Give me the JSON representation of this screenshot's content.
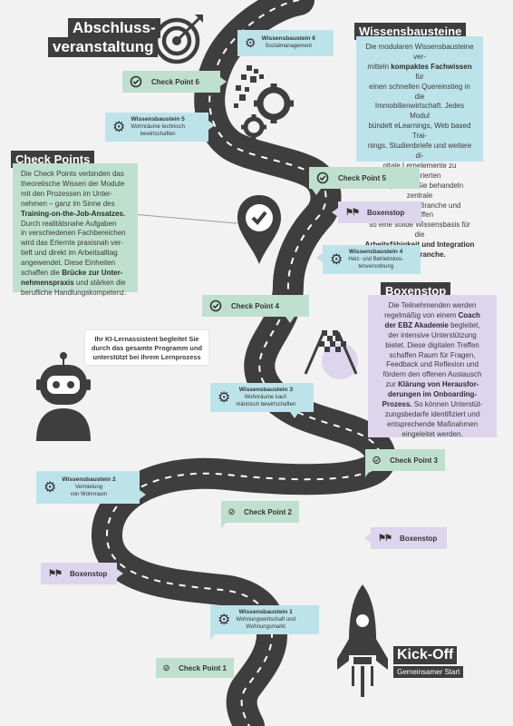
{
  "title": {
    "line1": "Abschluss-",
    "line2": "veranstaltung"
  },
  "kickoff": {
    "title": "Kick-Off",
    "subtitle": "Gemeinsamer Start"
  },
  "checkpoints": {
    "cp1": "Check Point 1",
    "cp2": "Check Point 2",
    "cp3": "Check Point 3",
    "cp4": "Check Point 4",
    "cp5": "Check Point 5",
    "cp6": "Check Point 6"
  },
  "boxenstop_labels": {
    "b1": "Boxenstop",
    "b2": "Boxenstop",
    "b3": "Boxenstop"
  },
  "modules": {
    "m1": {
      "title": "Wissensbaustein 1",
      "sub1": "Wohnungswirtschaft und",
      "sub2": "Wohnungsmarkt"
    },
    "m2": {
      "title": "Wissensbaustein 2",
      "sub1": "Vermietung",
      "sub2": "von Wohnraum"
    },
    "m3": {
      "title": "Wissensbaustein 3",
      "sub1": "Wohnräume kauf-",
      "sub2": "männisch bewirtschaften"
    },
    "m4": {
      "title": "Wissensbaustein 4",
      "sub1": "Heiz- und Betriebskos-",
      "sub2": "tenverordnung"
    },
    "m5": {
      "title": "Wissensbaustein 5",
      "sub1": "Wohnräume technisch",
      "sub2": "bewirtschaften"
    },
    "m6": {
      "title": "Wissensbaustein 6",
      "sub1": "Sozialmanagement",
      "sub2": ""
    }
  },
  "wissensbausteine_panel": {
    "heading": "Wissensbausteine",
    "lines": [
      [
        {
          "t": "Die modularen Wissensbausteine ver-"
        }
      ],
      [
        {
          "t": "mitteln "
        },
        {
          "t": "kompaktes Fachwissen",
          "b": true
        },
        {
          "t": " für"
        }
      ],
      [
        {
          "t": "einen schnellen Quereinstieg in die"
        }
      ],
      [
        {
          "t": "Immobilienwirtschaft. Jedes Modul"
        }
      ],
      [
        {
          "t": "bündelt eLearnings, Web based Trai-"
        }
      ],
      [
        {
          "t": "nings, Studienbriefe und weitere di-"
        }
      ],
      [
        {
          "t": "gitale Lernelemente zu strukturierten"
        }
      ],
      [
        {
          "t": "Lernpfaden. Sie behandeln zentrale"
        }
      ],
      [
        {
          "t": "Themen der Branche und schaffen"
        }
      ],
      [
        {
          "t": "so eine solide Wissensbasis für die"
        }
      ],
      [
        {
          "t": "Arbeitsfähigkeit und Integration",
          "b": true
        }
      ],
      [
        {
          "t": "in die Branche.",
          "b": true
        }
      ]
    ]
  },
  "checkpoints_panel": {
    "heading": "Check Points",
    "lines": [
      [
        {
          "t": "Die Check Points verbinden das"
        }
      ],
      [
        {
          "t": "theoretische Wissen der Module"
        }
      ],
      [
        {
          "t": "mit den Prozessen im Unter-"
        }
      ],
      [
        {
          "t": "nehmen – ganz im Sinne des"
        }
      ],
      [
        {
          "t": "Training-on-the-Job-Ansatzes.",
          "b": true
        }
      ],
      [
        {
          "t": "Durch realitätsnahe Aufgaben"
        }
      ],
      [
        {
          "t": "in verschiedenen Fachbereichen"
        }
      ],
      [
        {
          "t": "wird das Erlernte praxisnah ver-"
        }
      ],
      [
        {
          "t": "tieft und direkt im Arbeitsalltag"
        }
      ],
      [
        {
          "t": "angewendet. Diese Einheiten"
        }
      ],
      [
        {
          "t": "schaffen die "
        },
        {
          "t": "Brücke zur Unter-",
          "b": true
        }
      ],
      [
        {
          "t": "nehmenspraxis",
          "b": true
        },
        {
          "t": " und stärken die"
        }
      ],
      [
        {
          "t": "berufliche Handlungskompetenz."
        }
      ]
    ]
  },
  "boxenstop_panel": {
    "heading": "Boxenstop",
    "lines": [
      [
        {
          "t": "Die Teilnehmenden werden"
        }
      ],
      [
        {
          "t": "regelmäßig von einem "
        },
        {
          "t": "Coach",
          "b": true
        }
      ],
      [
        {
          "t": "der EBZ Akademie",
          "b": true
        },
        {
          "t": " begleitet,"
        }
      ],
      [
        {
          "t": "der intensive Unterstützung"
        }
      ],
      [
        {
          "t": "bietet. Diese digitalen Treffen"
        }
      ],
      [
        {
          "t": "schaffen Raum für Fragen,"
        }
      ],
      [
        {
          "t": "Feedback und Reflexion und"
        }
      ],
      [
        {
          "t": "fördern den offenen Austausch"
        }
      ],
      [
        {
          "t": "zur "
        },
        {
          "t": "Klärung von Herausfor-",
          "b": true
        }
      ],
      [
        {
          "t": "derungen im Onboarding-",
          "b": true
        }
      ],
      [
        {
          "t": "Prozess.",
          "b": true
        },
        {
          "t": " So können Unterstüt-"
        }
      ],
      [
        {
          "t": "zungsbedarfe identifiziert und"
        }
      ],
      [
        {
          "t": "entsprechende Maßnahmen"
        }
      ],
      [
        {
          "t": "eingeleitet werden."
        }
      ]
    ]
  },
  "ki_assistant": {
    "line1": "Ihr KI-Lernassistent begleitet Sie",
    "line2": "durch das gesamte Programm und",
    "line3": "unterstützt bei Ihrem Lernprozess"
  },
  "colors": {
    "road": "#3e3e3e",
    "dash": "#ffffff",
    "checkpoint": "#bfe0cf",
    "module": "#bde3ea",
    "boxenstop": "#ddd5ee",
    "text": "#3a3a3a"
  },
  "icons": [
    "target-icon",
    "gear-icon",
    "map-pin-check-icon",
    "checkered-flags-icon",
    "robot-icon",
    "rocket-icon",
    "check-circle-icon"
  ]
}
